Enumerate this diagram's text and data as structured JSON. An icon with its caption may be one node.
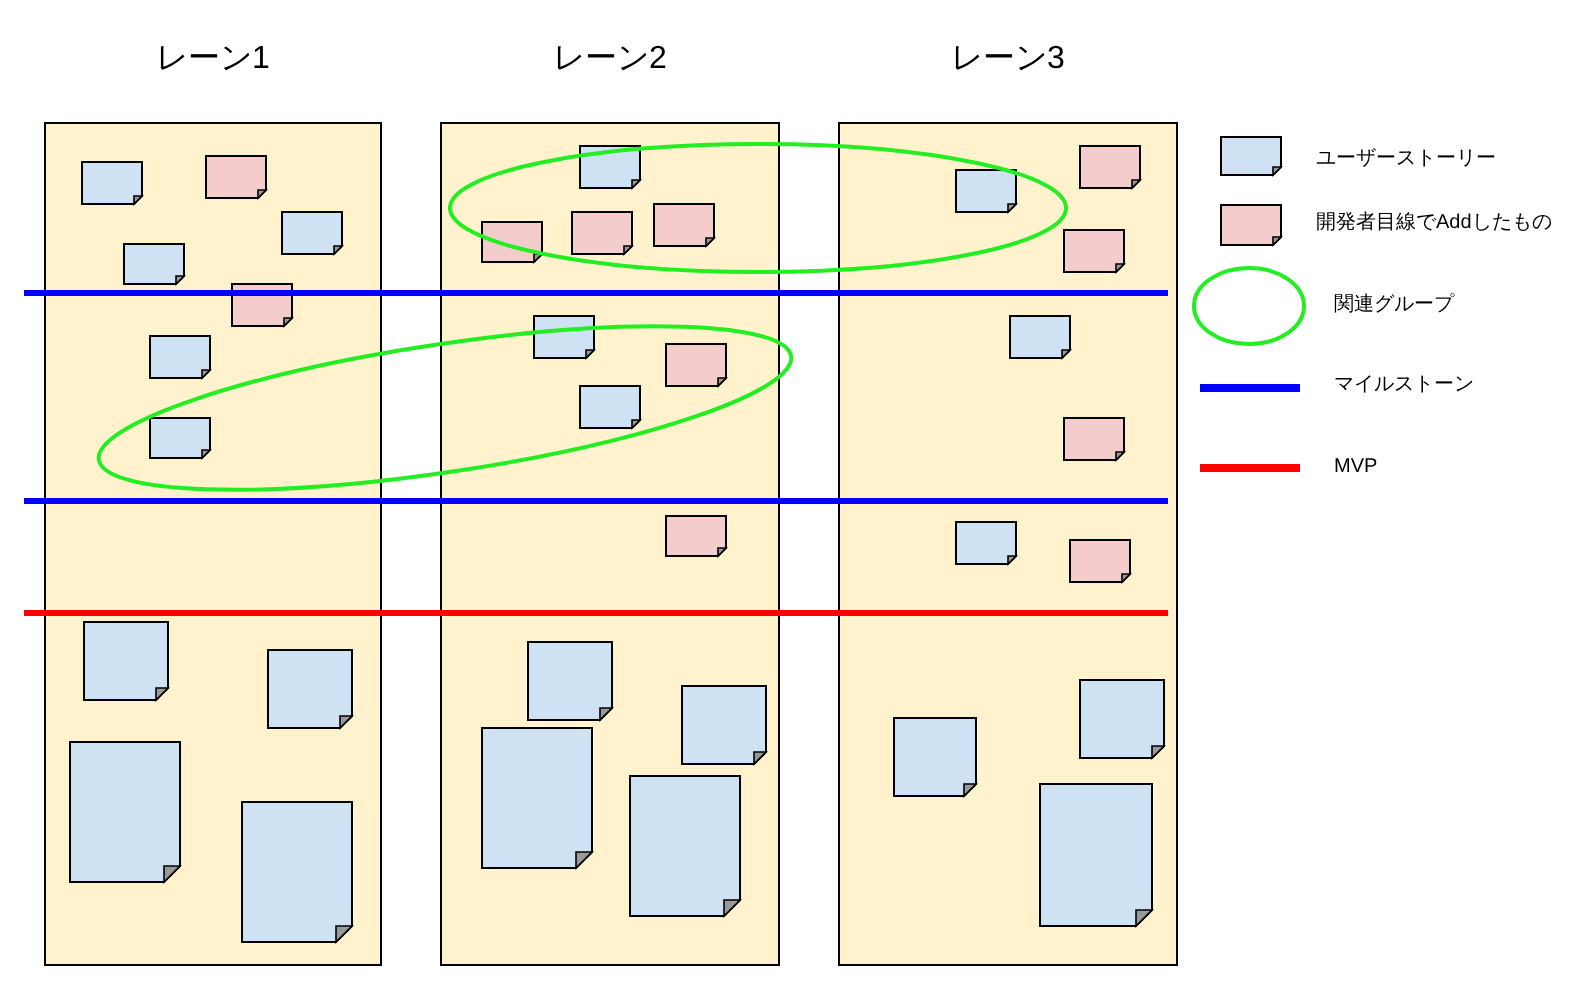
{
  "diagram": {
    "nodes": [
      {
        "text": [
          "レーン1"
        ]
      },
      {
        "text": [
          "レーン2"
        ]
      },
      {
        "text": [
          "レーン3"
        ]
      }
    ],
    "legend": [
      {
        "text": "ユーザーストーリー",
        "color": "#cfe2f3"
      },
      {
        "text": "開発者目線でAddしたもの",
        "color": "#f4cccc"
      },
      {
        "text": "関連グループ"
      },
      {
        "text": "マイルストーン"
      },
      {
        "text": "MVP"
      }
    ]
  }
}
